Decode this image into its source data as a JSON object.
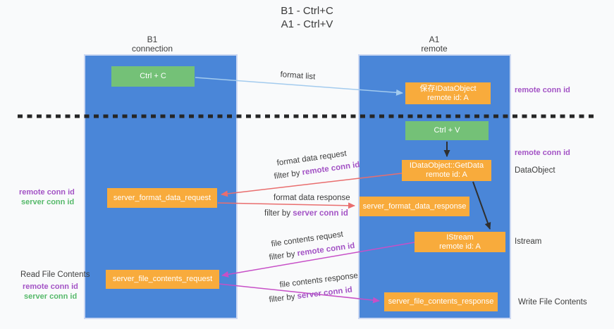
{
  "title": {
    "line1": "B1 - Ctrl+C",
    "line2": "A1 - Ctrl+V"
  },
  "columns": {
    "left": {
      "name": "B1",
      "role": "connection"
    },
    "right": {
      "name": "A1",
      "role": "remote"
    }
  },
  "boxes": {
    "ctrl_c": "Ctrl + C",
    "ctrl_v": "Ctrl + V",
    "saved_idataobject": {
      "line1": "保存IDataObject",
      "line2": "remote id: A"
    },
    "getdata": {
      "line1": "IDataObject::GetData",
      "line2": "remote id: A"
    },
    "istream": {
      "line1": "IStream",
      "line2": "remote id: A"
    },
    "server_format_data_request": "server_format_data_request",
    "server_format_data_response": "server_format_data_response",
    "server_file_contents_request": "server_file_contents_request",
    "server_file_contents_response": "server_file_contents_response"
  },
  "flow_labels": {
    "format_list": "format list",
    "format_data_request": "format data request",
    "format_data_request_filter": {
      "prefix": "filter by ",
      "id": "remote conn id"
    },
    "format_data_response": "format data response",
    "format_data_response_filter": {
      "prefix": "filter by ",
      "id": "server conn id"
    },
    "file_contents_request": "file contents request",
    "file_contents_request_filter": {
      "prefix": "filter by ",
      "id": "remote conn id"
    },
    "file_contents_response": "file contents response",
    "file_contents_response_filter": {
      "prefix": "filter by ",
      "id": "server conn id"
    }
  },
  "side_labels": {
    "right_remote_conn_id_top": "remote conn id",
    "right_remote_conn_id_mid": "remote conn id",
    "right_dataobject": "DataObject",
    "right_istream": "Istream",
    "right_write_file_contents": "Write File Contents",
    "left_remote_conn_id_mid": "remote conn id",
    "left_server_conn_id_mid": "server conn id",
    "left_read_file_contents": "Read File Contents",
    "left_remote_conn_id_bottom": "remote conn id",
    "left_server_conn_id_bottom": "server conn id"
  },
  "colors": {
    "column_blue": "#4a86d8",
    "box_green": "#74c177",
    "box_orange": "#f8ab3c",
    "arrow_light_blue": "#a3cbee",
    "arrow_red": "#e96e6e",
    "arrow_magenta": "#c750c7",
    "arrow_black": "#2f2f2f",
    "separator_black": "#262626",
    "text_purple": "#a353c5",
    "text_green": "#56b96a",
    "text_dark": "#3d3d3d"
  }
}
